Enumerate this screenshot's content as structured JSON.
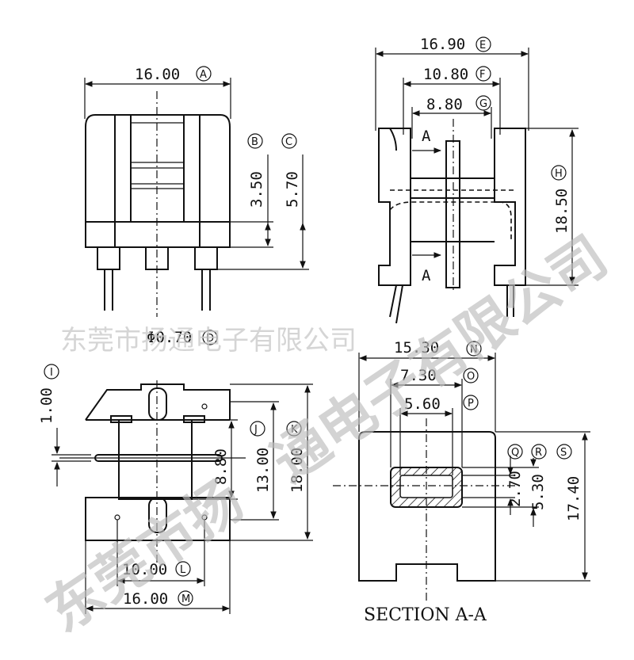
{
  "dimensions": {
    "top_left_width": {
      "value": "16.00",
      "tag": "A"
    },
    "top_left_b": {
      "value": "3.50",
      "tag": "B"
    },
    "top_left_c": {
      "value": "5.70",
      "tag": "C"
    },
    "pin_diameter": {
      "value": "Φ0.70",
      "tag": "D"
    },
    "side_e": {
      "value": "16.90",
      "tag": "E"
    },
    "side_f": {
      "value": "10.80",
      "tag": "F"
    },
    "side_g": {
      "value": "8.80",
      "tag": "G"
    },
    "side_h": {
      "value": "18.50",
      "tag": "H"
    },
    "bottom_i": {
      "value": "1.00",
      "tag": "I"
    },
    "bottom_j": {
      "value": "8.80",
      "tag": "J"
    },
    "bottom_13": {
      "value": "13.00"
    },
    "bottom_k": {
      "value": "18.00",
      "tag": "K"
    },
    "bottom_l": {
      "value": "10.00",
      "tag": "L"
    },
    "bottom_m": {
      "value": "16.00",
      "tag": "M"
    },
    "section_n": {
      "value": "15.30",
      "tag": "N"
    },
    "section_o": {
      "value": "7.30",
      "tag": "O"
    },
    "section_p": {
      "value": "5.60",
      "tag": "P"
    },
    "section_q": {
      "value": "2.70",
      "tag": "Q"
    },
    "section_r": {
      "value": "5.30",
      "tag": "R"
    },
    "section_s": {
      "value": "17.40",
      "tag": "S"
    }
  },
  "section_marker": "A",
  "section_title": "SECTION A-A",
  "watermark": "东莞市扬通电子有限公司",
  "watermark_big_1": "东莞市扬",
  "watermark_big_2": "通电子有限公司"
}
